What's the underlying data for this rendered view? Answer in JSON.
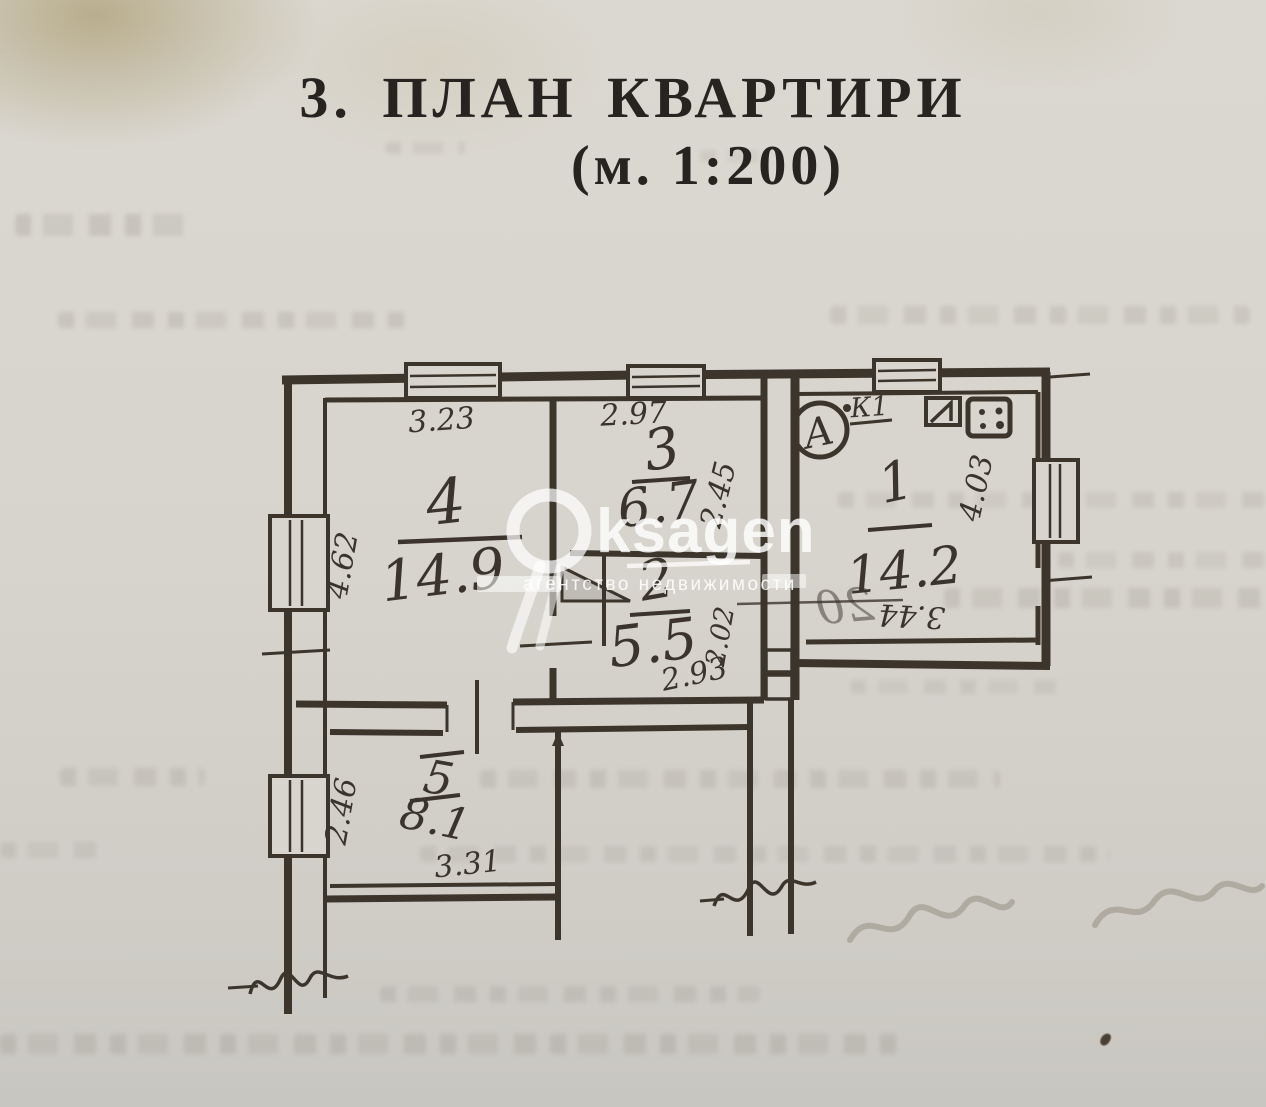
{
  "document": {
    "title_line1": "3. ПЛАН КВАРТИРИ",
    "title_line2": "(м. 1:200)"
  },
  "plan": {
    "scale": "1:200",
    "rooms": {
      "r1": {
        "number": "1",
        "area": "14.2",
        "dim_right": "4.03",
        "dim_bottom": "3.44"
      },
      "r2": {
        "number": "2",
        "area": "5.5",
        "dim_bottom": "2.93",
        "dim_right": "2.02"
      },
      "r3": {
        "number": "3",
        "area": "6.7",
        "dim_top": "2.97",
        "dim_right": "2.45"
      },
      "r4": {
        "number": "4",
        "area": "14.9",
        "dim_top": "3.23",
        "dim_left": "4.62"
      },
      "r5": {
        "number": "5",
        "area": "8.1",
        "dim_left": "2.46",
        "dim_bottom": "3.31"
      }
    },
    "annotations": {
      "section_marker_letter": "А",
      "riser_label": "К1",
      "bleed_through_digits": "20"
    }
  },
  "watermark": {
    "brand_text": "ksagen",
    "subtitle": "агентство недвижимости"
  },
  "colors": {
    "paper": "#d7d4cd",
    "ink": "#3b352c",
    "stain": "#9d8a55",
    "watermark": "#ffffff"
  }
}
